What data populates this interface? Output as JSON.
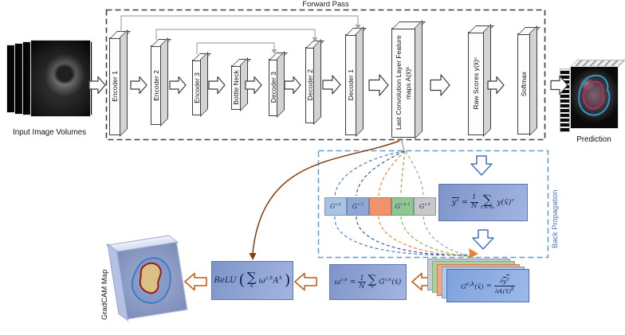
{
  "forward_pass": {
    "title": "Forward Pass",
    "blocks": [
      {
        "label": "Encoder 1"
      },
      {
        "label": "Encoder 2"
      },
      {
        "label": "Encoder 3"
      },
      {
        "label": "Bottle Neck"
      },
      {
        "label": "Decoder 3"
      },
      {
        "label": "Decoder 2"
      },
      {
        "label": "Decoder 1"
      },
      {
        "label": "Last Convolution Layer Feature maps A(x̄)ᵏ"
      },
      {
        "label": "Raw Scores y(x̄)ᶜ"
      },
      {
        "label": "Softmax"
      }
    ]
  },
  "input": {
    "label": "Input Image Volumes"
  },
  "prediction": {
    "label": "Prediction"
  },
  "gradcam": {
    "label": "GradCAM Map"
  },
  "backprop": {
    "title": "Back Propagation",
    "gradient_bar": [
      {
        "base": "G",
        "sup": "c,k"
      },
      {
        "base": "G",
        "sup": "c,2"
      },
      {
        "base": "",
        "sup": ""
      },
      {
        "base": "G",
        "sup": "c,k-1"
      },
      {
        "base": "G",
        "sup": "c,k"
      }
    ],
    "formulas": {
      "mean_score": {
        "lhs_base": "y",
        "lhs_sup": "c",
        "eq": "=",
        "num": "1",
        "den": "N",
        "sum": "∑",
        "sum_sub": "x̄ ∈ Bₙ",
        "rhs_base": "y(x̄)",
        "rhs_sup": "c"
      },
      "weights": {
        "lhs_base": "ω",
        "lhs_sup": "c,k",
        "eq": "=",
        "num": "1",
        "den": "N",
        "sum": "∑",
        "sum_sub": "x̄",
        "rhs_base": "G",
        "rhs_sup": "c,k",
        "rhs_arg": "(x̄)"
      },
      "gradients": {
        "lhs_base": "G",
        "lhs_sup": "c,k",
        "lhs_arg": "(x̄)",
        "eq": "=",
        "num_prefix": "∂",
        "num_base": "y",
        "num_sup": "c",
        "den_base": "∂A(x̄)",
        "den_sup": "k"
      },
      "relu": {
        "func": "ReLU",
        "open": "(",
        "sum": "∑",
        "sum_sub": "k",
        "term1_base": "ω",
        "term1_sup": "c,k",
        "term2_base": "A",
        "term2_sup": "k",
        "close": ")"
      }
    }
  },
  "colors": {
    "formula_box_fill": "#8fa5d6",
    "formula_box_border": "#5b74b4",
    "forward_box_border": "#3f3f3f",
    "backprop_box_border": "#5b9bd5",
    "backprop_text": "#4472c4",
    "skip_line": "#a6a6a6",
    "flow_arrow_outline": "#3c3c3c",
    "blue_arrow": "#4472c4",
    "orange_arrow": "#c55a11",
    "brown_arrow": "#843c0c",
    "bar_segments": [
      "#a9c3e2",
      "#8ea8d6",
      "#f2926a",
      "#8fc791",
      "#c8c8c8"
    ],
    "card_layers": [
      "#c9cbcd",
      "#abd0a0",
      "#f4a67e",
      "#b3c9ea",
      "#85a9de"
    ],
    "fan_colors": [
      "#4472c4",
      "#2f4f92",
      "#ed7d31",
      "#70ad47",
      "#9e9e9e"
    ]
  }
}
